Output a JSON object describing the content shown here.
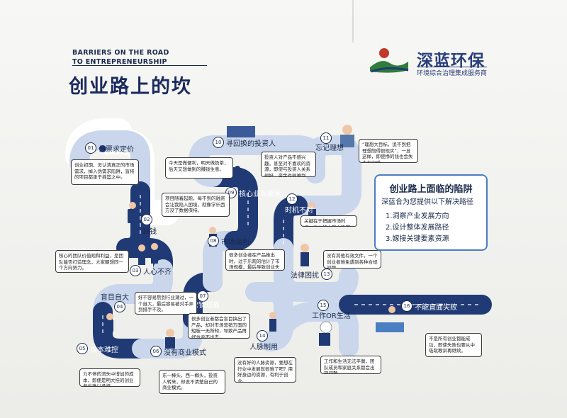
{
  "header": {
    "english_title_line1": "BARRIERS ON THE ROAD",
    "english_title_line2": "TO ENTREPRENEURSHIP",
    "chinese_title": "创业路上的坎"
  },
  "brand": {
    "name": "深蓝环保",
    "tagline": "环境综合治理集成服务商"
  },
  "steps": [
    {
      "num": "01",
      "label": "仿票求定价",
      "tip": "创业初期，没认清真正的市场需求，掉入伪需求陷阱，盲将的项目都承于摇篮之中。"
    },
    {
      "num": "02",
      "label": "缺钱",
      "tip": "项目随着起跑，每不到的融资会让我陷入困境，就像学乐西方没了数据保持。"
    },
    {
      "num": "03",
      "label": "人心不齐",
      "tip": "核心的团队价值观和利益，是团队能否打造理念，大家朝想同一个方向努力。"
    },
    {
      "num": "04",
      "label": "盲目自大",
      "tip": "好不容易熬到行业潮过，一个自大，最后容易被对手弄到措手不及。"
    },
    {
      "num": "05",
      "label": "成本难控",
      "tip": "力不停的流失中增加的成本，即便是明大挂的创业者也难以承担。"
    },
    {
      "num": "06",
      "label": "没有商业模式",
      "tip": "东一棒头，西一榔头，投资人转来，却说不清楚自己的商业模式。"
    },
    {
      "num": "07",
      "label": "营销短板",
      "tip": "很多创业者都会盲目搞出了产品，却对市场营销方面的短板一无所知，导致产品再好也卖不出去。"
    },
    {
      "num": "08",
      "label": "市场误判",
      "tip": "很多创业者在产品推出时，过于乐观的估计了市场规模，最后导致创业失败。"
    },
    {
      "num": "09",
      "label": "核心业务聚焦",
      "tip": "今天是做便利，明天做奶茶，后天又想做别的赚钱生意。"
    },
    {
      "num": "10",
      "label": "寻回换的投资人",
      "tip": "投资人对产品不感兴趣，甚至对不喜欢的资源，即使与投资人关系很好，资金也很难到位。"
    },
    {
      "num": "11",
      "label": "忘记理想",
      "tip": "“理想大目标，追不到把理想削得很现实”，一旦这样，即使挣的钱也会失去方向感。"
    },
    {
      "num": "12",
      "label": "时机不对",
      "tip": "关键在于把握市场时机，进入的太早太晚都不行。"
    },
    {
      "num": "13",
      "label": "法律困扰",
      "tip": "没有其他有效文件，一个创业者难免遇到各种合规问题。"
    },
    {
      "num": "14",
      "label": "人脉制用",
      "tip": "没有好的人脉资源，要想在行业中发展就很难了吧？用好身边的资源，有利于创业。"
    },
    {
      "num": "15",
      "label": "工作OR生活",
      "tip": "工作和生活无法平衡，团队成员和家庭关系都会出现问题。"
    },
    {
      "num": "16",
      "label": "不能直面失败",
      "tip": "不是所有创业都能成功，即使失败也要从中吸取教训再继续。"
    }
  ],
  "traps": {
    "title": "创业路上面临的陷阱",
    "subtitle": "深蓝合为您提供以下解决路径",
    "items": [
      "1.洞察产业发展方向",
      "2.设计整体发展路径",
      "3.嫁接关键要素资源"
    ]
  },
  "colors": {
    "road_dark": "#1f3a75",
    "road_light": "#c9d6ec",
    "road_edge": "#ffffff",
    "title_navy": "#1a2a5e",
    "trap_border": "#4a7fc1",
    "wall": "#f2f2f0"
  }
}
